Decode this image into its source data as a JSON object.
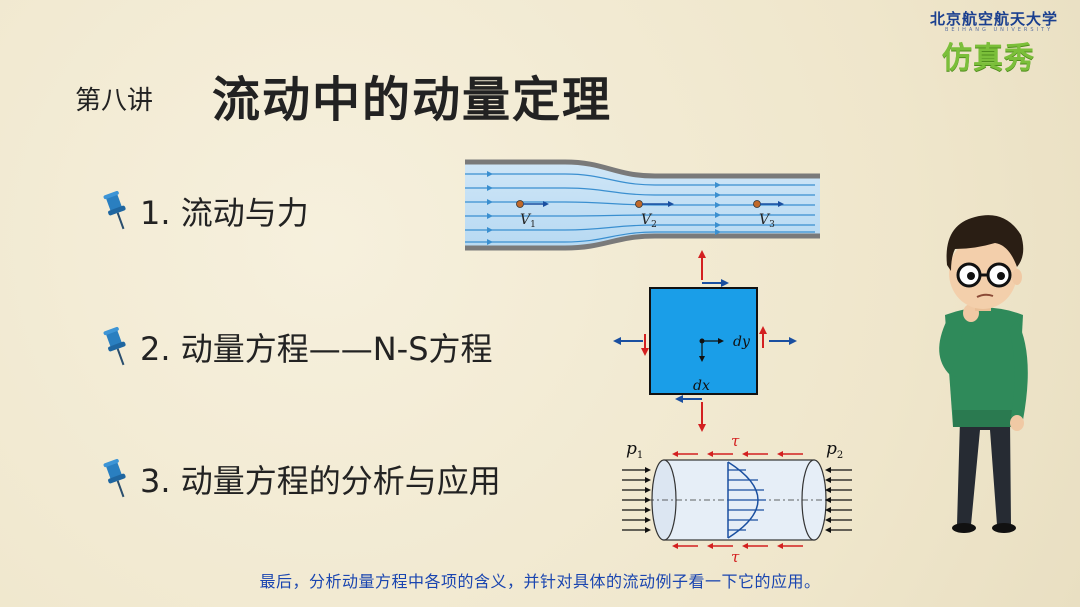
{
  "logo": {
    "university": "北京航空航天大学",
    "university_en": "BEIHANG UNIVERSITY",
    "brand": "仿真秀"
  },
  "header": {
    "lecture_no": "第八讲",
    "title": "流动中的动量定理"
  },
  "outline": {
    "items": [
      {
        "label": "1. 流动与力"
      },
      {
        "label": "2. 动量方程——N-S方程"
      },
      {
        "label": "3. 动量方程的分析与应用"
      }
    ]
  },
  "figures": {
    "pipe_labels": [
      "V",
      "V",
      "V"
    ],
    "pipe_subscripts": [
      "1",
      "2",
      "3"
    ],
    "element_labels": {
      "dx": "dx",
      "dy": "dy"
    },
    "cylinder_labels": {
      "p1": "p",
      "p1_sub": "1",
      "p2": "p",
      "p2_sub": "2",
      "tau": "τ"
    }
  },
  "subtitle": "最后，分析动量方程中各项的含义，并针对具体的流动例子看一下它的应用。",
  "colors": {
    "background": "#f3ecd6",
    "title_text": "#222222",
    "subtitle_text": "#1a45b0",
    "brand_green": "#7bbf3a",
    "fluid_element": "#1a9ee8"
  }
}
